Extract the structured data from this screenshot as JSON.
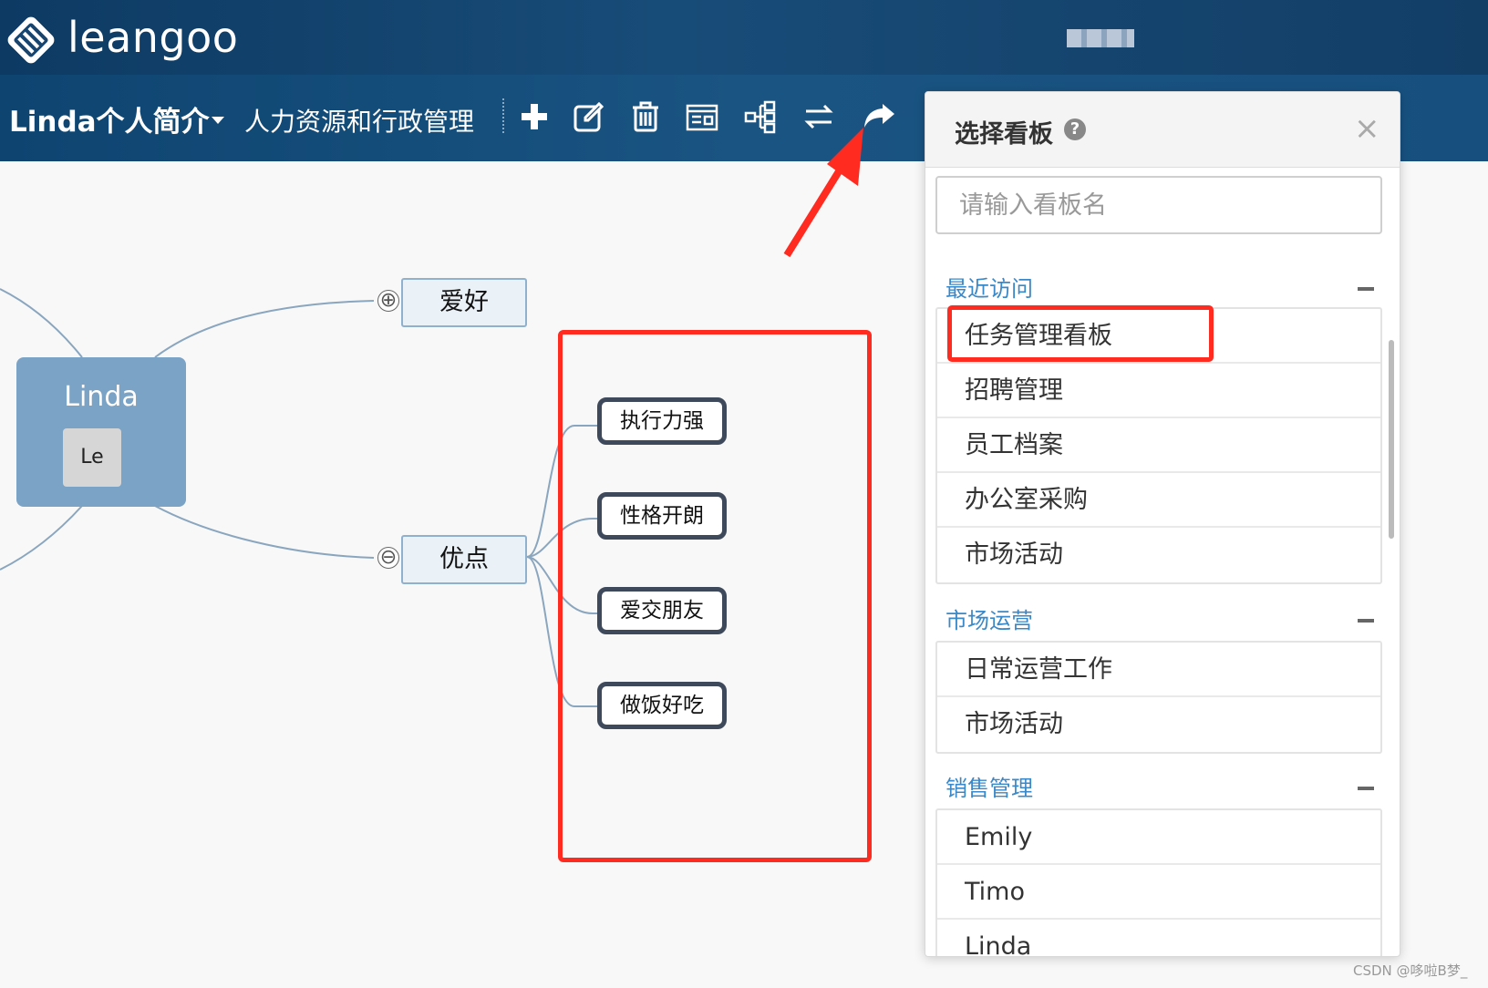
{
  "app": {
    "logo_text": "leangoo"
  },
  "toolbar": {
    "board_title": "Linda个人简介",
    "project_name": "人力资源和行政管理",
    "icons": [
      "plus-icon",
      "edit-icon",
      "trash-icon",
      "card-icon",
      "mindmap-icon",
      "swap-icon",
      "share-icon"
    ]
  },
  "mindmap": {
    "root": {
      "title": "Linda",
      "avatar": "Le"
    },
    "topics": [
      {
        "label": "爱好",
        "expander": "⊕"
      },
      {
        "label": "优点",
        "expander": "⊖"
      }
    ],
    "leaves": [
      "执行力强",
      "性格开朗",
      "爱交朋友",
      "做饭好吃"
    ]
  },
  "dialog": {
    "title": "选择看板",
    "close": "×",
    "help": "?",
    "search_placeholder": "请输入看板名",
    "groups": [
      {
        "label": "最近访问",
        "items": [
          "任务管理看板",
          "招聘管理",
          "员工档案",
          "办公室采购",
          "市场活动"
        ]
      },
      {
        "label": "市场运营",
        "items": [
          "日常运营工作",
          "市场活动"
        ]
      },
      {
        "label": "销售管理",
        "items": [
          "Emily",
          "Timo",
          "Linda"
        ]
      }
    ]
  },
  "colors": {
    "header": "#184c78",
    "root_node": "#7ba3c5",
    "accent": "#3a88c8",
    "annotation": "#ff2a20"
  },
  "watermark": "CSDN @哆啦B梦_"
}
